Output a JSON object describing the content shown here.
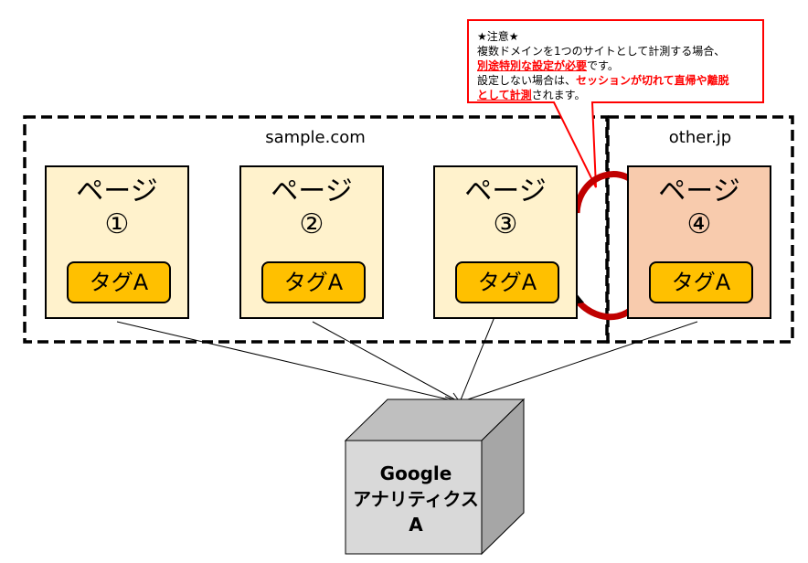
{
  "domains": {
    "sample": "sample.com",
    "other": "other.jp"
  },
  "pages": [
    {
      "title": "ページ",
      "number": "①",
      "tag": "タグA"
    },
    {
      "title": "ページ",
      "number": "②",
      "tag": "タグA"
    },
    {
      "title": "ページ",
      "number": "③",
      "tag": "タグA"
    },
    {
      "title": "ページ",
      "number": "④",
      "tag": "タグA"
    }
  ],
  "colors": {
    "page_sample": "#fff2cc",
    "page_other": "#f8cbad",
    "tag": "#ffc000",
    "callout_border": "#ff0000",
    "arrow": "#c00000",
    "cube_front": "#d9d9d9",
    "cube_top": "#bfbfbf",
    "cube_side": "#a6a6a6"
  },
  "callout": {
    "heading": "★注意★",
    "line1": "複数ドメインを1つのサイトとして計測する場合、",
    "line2_red": "別途特別な設定が必要",
    "line2_tail": "です。",
    "line3_head": "設定しない場合は、",
    "line3_red": "セッションが切れて直帰や離脱",
    "line4_red": "として計測",
    "line4_tail": "されます。"
  },
  "ga": {
    "line1": "Google",
    "line2": "アナリティクス",
    "line3": "A"
  }
}
